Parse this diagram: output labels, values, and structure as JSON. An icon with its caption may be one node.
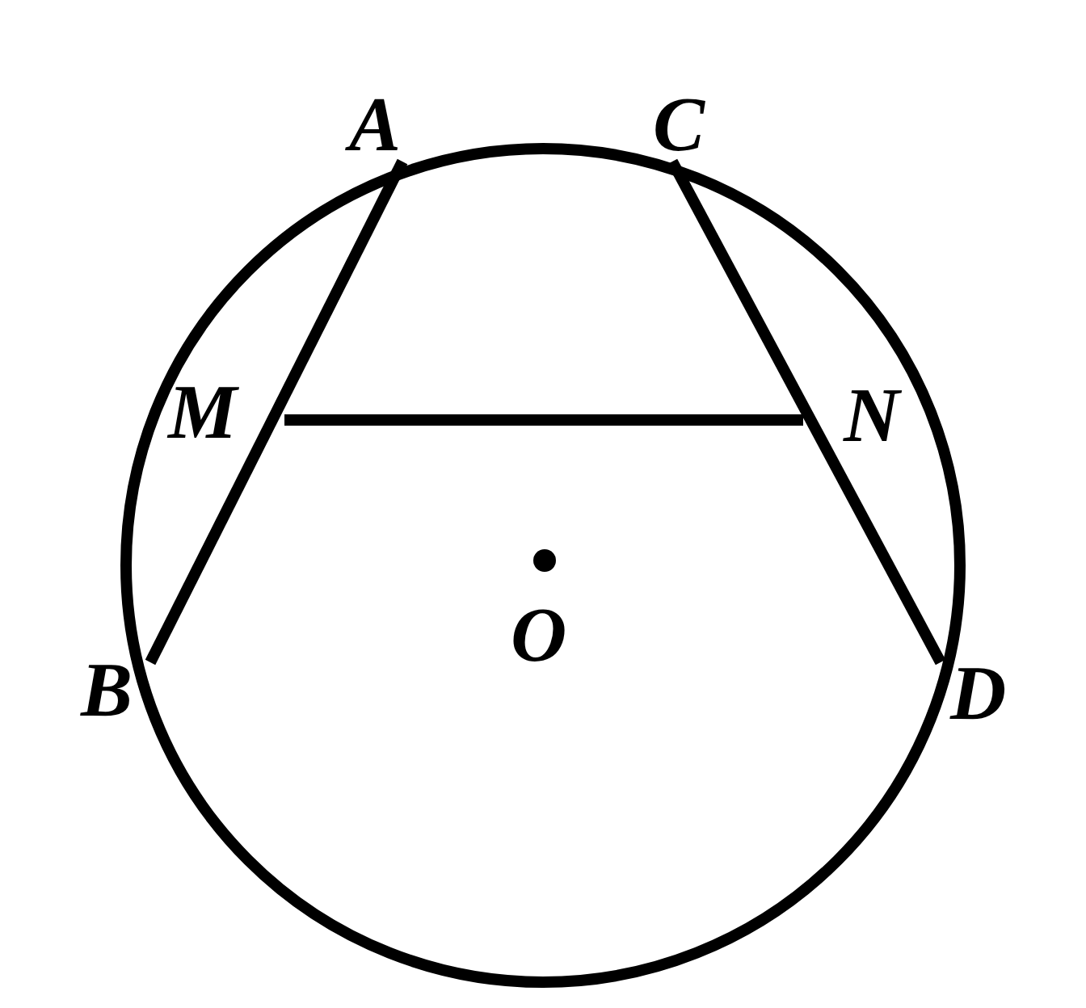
{
  "diagram": {
    "nodes": [
      {
        "text": [
          "A"
        ]
      },
      {
        "text": [
          "C"
        ]
      },
      {
        "text": [
          "M"
        ]
      },
      {
        "text": [
          "N"
        ]
      },
      {
        "text": [
          "B"
        ]
      },
      {
        "text": [
          "D"
        ]
      }
    ],
    "edges": [
      {
        "from": 0,
        "to": 4,
        "arrow": "none"
      },
      {
        "from": 1,
        "to": 5,
        "arrow": "none"
      },
      {
        "from": 2,
        "to": 3,
        "arrow": "none"
      }
    ],
    "labels": [
      "O"
    ]
  }
}
